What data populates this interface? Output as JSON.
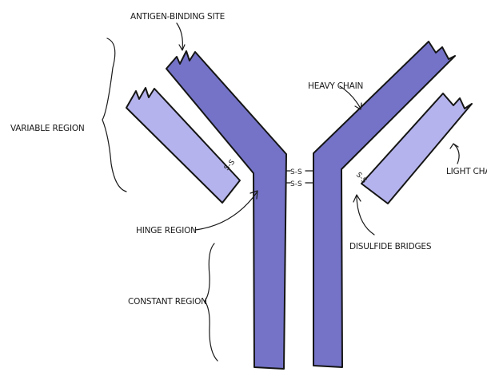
{
  "colors": {
    "heavy_chain": "#7473c8",
    "light_chain": "#b4b3ed",
    "outline": "#151515",
    "background": "#ffffff"
  },
  "labels": {
    "antigen_binding_site": "ANTIGEN-BINDING SITE",
    "variable_region": "VARIABLE REGION",
    "heavy_chain": "HEAVY CHAIN",
    "light_chain": "LIGHT CHAIN",
    "hinge_region": "HINGE REGION",
    "disulfide_bridges": "DISULFIDE BRIDGES",
    "constant_region": "CONSTANT REGION"
  },
  "bonds": {
    "heavy_heavy_1": "S-S",
    "heavy_heavy_2": "S-S",
    "heavy_light_left": "S-S",
    "heavy_light_right": "S-S"
  }
}
